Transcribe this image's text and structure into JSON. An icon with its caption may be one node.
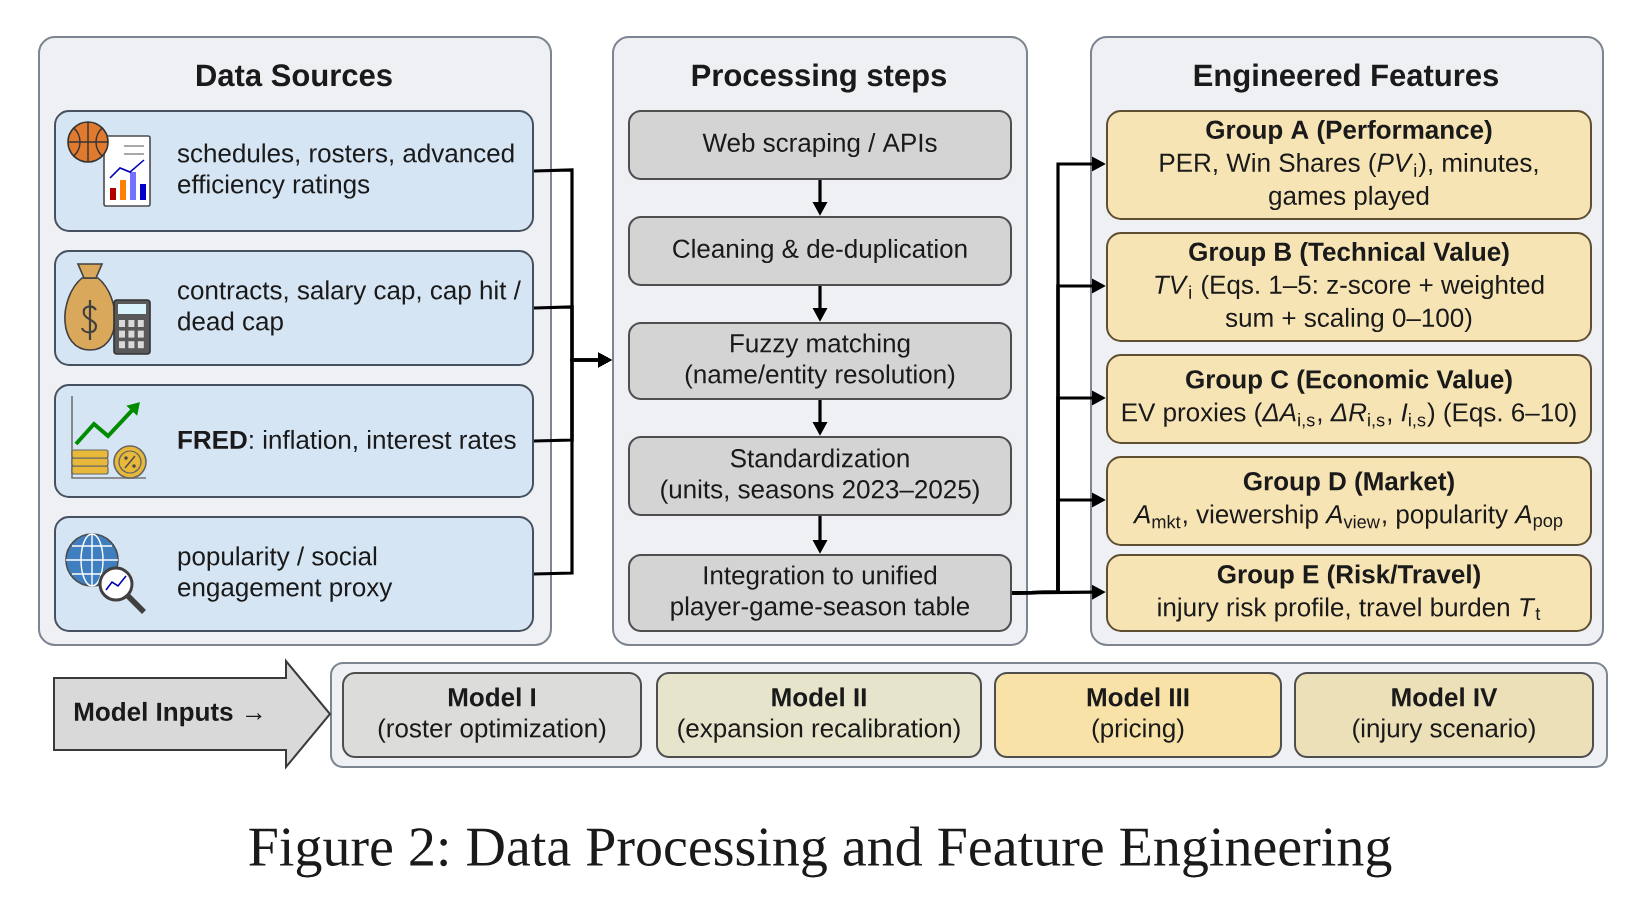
{
  "diagram": {
    "caption": "Figure 2: Data Processing and Feature Engineering",
    "nodes": [
      {
        "text": [
          "Data Sources"
        ]
      },
      {
        "text": [
          "schedules, rosters, advanced efficiency ratings"
        ],
        "in": 0
      },
      {
        "text": [
          "contracts, salary cap, cap hit / dead cap"
        ],
        "in": 0
      },
      {
        "text": [
          "**FRED**: inflation, interest rates"
        ],
        "in": 0
      },
      {
        "text": [
          "popularity / social engagement proxy"
        ],
        "in": 0
      },
      {
        "text": [
          "Processing steps"
        ]
      },
      {
        "text": [
          "Web scraping / APIs"
        ],
        "in": 5
      },
      {
        "text": [
          "Cleaning & de-duplication"
        ],
        "in": 5
      },
      {
        "text": [
          "Fuzzy matching (name/entity resolution)"
        ],
        "in": 5
      },
      {
        "text": [
          "Standardization (units, seasons 2023–2025)"
        ],
        "in": 5
      },
      {
        "text": [
          "Integration to unified player-game-season table"
        ],
        "in": 5
      },
      {
        "text": [
          "Engineered Features"
        ]
      },
      {
        "text": [
          "Group A (Performance)",
          "PER, Win Shares (*PV*$_{i}$), minutes, games played"
        ],
        "in": 11
      },
      {
        "text": [
          "Group B (Technical Value)",
          "*TV*$_{i}$ (Eqs. 1–5: z-score + weighted sum + scaling 0–100)"
        ],
        "in": 11
      },
      {
        "text": [
          "Group C (Economic Value)",
          "EV proxies (*ΔA*$_{i,s}$, *ΔR*$_{i,s}$, *I*$_{i,s}$) (Eqs. 6–10)"
        ],
        "in": 11
      },
      {
        "text": [
          "Group D (Market)",
          "*A*$_{mkt}$, viewership *A*$_{view}$, popularity *A*$_{pop}$"
        ],
        "in": 11
      },
      {
        "text": [
          "Group E (Risk/Travel)",
          "injury risk profile, travel burden *T*$_{t}$"
        ],
        "in": 11
      },
      {
        "text": [],
        "shape": "box"
      },
      {
        "text": [
          "Model I",
          "(roster optimization)"
        ],
        "in": 17
      },
      {
        "text": [
          "Model II",
          "(expansion recalibration)"
        ],
        "in": 17
      },
      {
        "text": [
          "Model III",
          "(pricing)"
        ],
        "in": 17
      },
      {
        "text": [
          "Model IV",
          "(injury scenario)"
        ],
        "in": 17
      }
    ],
    "edges": [
      {
        "from": 1,
        "to": 5,
        "arrow": "to"
      },
      {
        "from": 2,
        "to": 5,
        "arrow": "to"
      },
      {
        "from": 3,
        "to": 5,
        "arrow": "to"
      },
      {
        "from": 4,
        "to": 5,
        "arrow": "to"
      },
      {
        "from": 6,
        "to": 7,
        "arrow": "to"
      },
      {
        "from": 7,
        "to": 8,
        "arrow": "to"
      },
      {
        "from": 8,
        "to": 9,
        "arrow": "to"
      },
      {
        "from": 9,
        "to": 10,
        "arrow": "to"
      },
      {
        "from": 10,
        "to": 12,
        "arrow": "to"
      },
      {
        "from": 10,
        "to": 13,
        "arrow": "to"
      },
      {
        "from": 10,
        "to": 14,
        "arrow": "to"
      },
      {
        "from": 10,
        "to": 15,
        "arrow": "to"
      },
      {
        "from": 10,
        "to": 16,
        "arrow": "to"
      },
      {
        "from": null,
        "to": 17,
        "arrow": "to",
        "label": "Model Inputs →",
        "style": "thick",
        "color": "#d9d9d9"
      }
    ]
  }
}
